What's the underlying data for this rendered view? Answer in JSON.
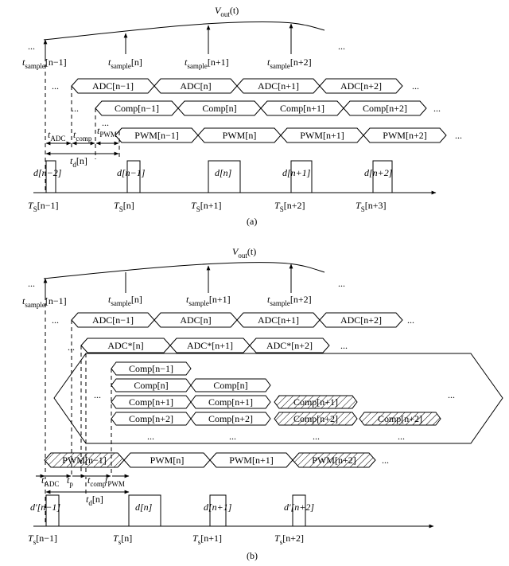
{
  "panel_a": {
    "caption": "(a)",
    "vout": {
      "main": "V",
      "sub": "out",
      "tail": "(t)"
    },
    "ellipsis": "...",
    "samples": [
      {
        "pre": "t",
        "sub": "sample",
        "arg": "[n−1]"
      },
      {
        "pre": "t",
        "sub": "sample",
        "arg": "[n]"
      },
      {
        "pre": "t",
        "sub": "sample",
        "arg": "[n+1]"
      },
      {
        "pre": "t",
        "sub": "sample",
        "arg": "[n+2]"
      }
    ],
    "adc": [
      "ADC[n−1]",
      "ADC[n]",
      "ADC[n+1]",
      "ADC[n+2]"
    ],
    "comp": [
      "Comp[n−1]",
      "Comp[n]",
      "Comp[n+1]",
      "Comp[n+2]"
    ],
    "pwm": [
      "PWM[n−1]",
      "PWM[n]",
      "PWM[n+1]",
      "PWM[n+2]"
    ],
    "delays": {
      "adc": {
        "pre": "t",
        "sub": "ADC"
      },
      "comp": {
        "pre": "t",
        "sub": "comp"
      },
      "pwm": {
        "pre": "t",
        "sub": "PWM"
      },
      "td": {
        "pre": "t",
        "sub": "d",
        "arg": "[n]"
      }
    },
    "duty": [
      "d[n−2]",
      "d[n−1]",
      "d[n]",
      "d[n+1]",
      "d[n+2]"
    ],
    "periods": [
      {
        "pre": "T",
        "sub": "S",
        "arg": "[n−1]"
      },
      {
        "pre": "T",
        "sub": "S",
        "arg": "[n]"
      },
      {
        "pre": "T",
        "sub": "S",
        "arg": "[n+1]"
      },
      {
        "pre": "T",
        "sub": "S",
        "arg": "[n+2]"
      },
      {
        "pre": "T",
        "sub": "S",
        "arg": "[n+3]"
      }
    ]
  },
  "panel_b": {
    "caption": "(b)",
    "vout": {
      "main": "V",
      "sub": "out",
      "tail": "(t)"
    },
    "ellipsis": "...",
    "samples": [
      {
        "pre": "t",
        "sub": "sample",
        "arg": "[n−1]"
      },
      {
        "pre": "t",
        "sub": "sample",
        "arg": "[n]"
      },
      {
        "pre": "t",
        "sub": "sample",
        "arg": "[n+1]"
      },
      {
        "pre": "t",
        "sub": "sample",
        "arg": "[n+2]"
      }
    ],
    "adc": [
      "ADC[n−1]",
      "ADC[n]",
      "ADC[n+1]",
      "ADC[n+2]"
    ],
    "adc_star": [
      "ADC*[n]",
      "ADC*[n+1]",
      "ADC*[n+2]"
    ],
    "comp_rows": [
      [
        "Comp[n−1]"
      ],
      [
        "Comp[n]",
        "Comp[n]"
      ],
      [
        "Comp[n+1]",
        "Comp[n+1]",
        "Comp[n+1]"
      ],
      [
        "Comp[n+2]",
        "Comp[n+2]",
        "Comp[n+2]",
        "Comp[n+2]"
      ]
    ],
    "pwm": [
      "PWM[n−1]",
      "PWM[n]",
      "PWM[n+1]",
      "PWM[n+2]"
    ],
    "delays": {
      "adc": {
        "pre": "t",
        "sub": "ADC"
      },
      "p": {
        "pre": "t",
        "sub": "p"
      },
      "comp": {
        "pre": "t",
        "sub": "comp"
      },
      "pwm": {
        "pre": "t",
        "sub": "PWM"
      },
      "td": {
        "pre": "t",
        "sub": "d",
        "arg": "[n]"
      }
    },
    "duty": [
      "d'[n−1]",
      "d[n]",
      "d[n+1]",
      "d'[n+2]"
    ],
    "periods": [
      {
        "pre": "T",
        "sub": "s",
        "arg": "[n−1]"
      },
      {
        "pre": "T",
        "sub": "s",
        "arg": "[n]"
      },
      {
        "pre": "T",
        "sub": "s",
        "arg": "[n+1]"
      },
      {
        "pre": "T",
        "sub": "s",
        "arg": "[n+2]"
      }
    ]
  }
}
